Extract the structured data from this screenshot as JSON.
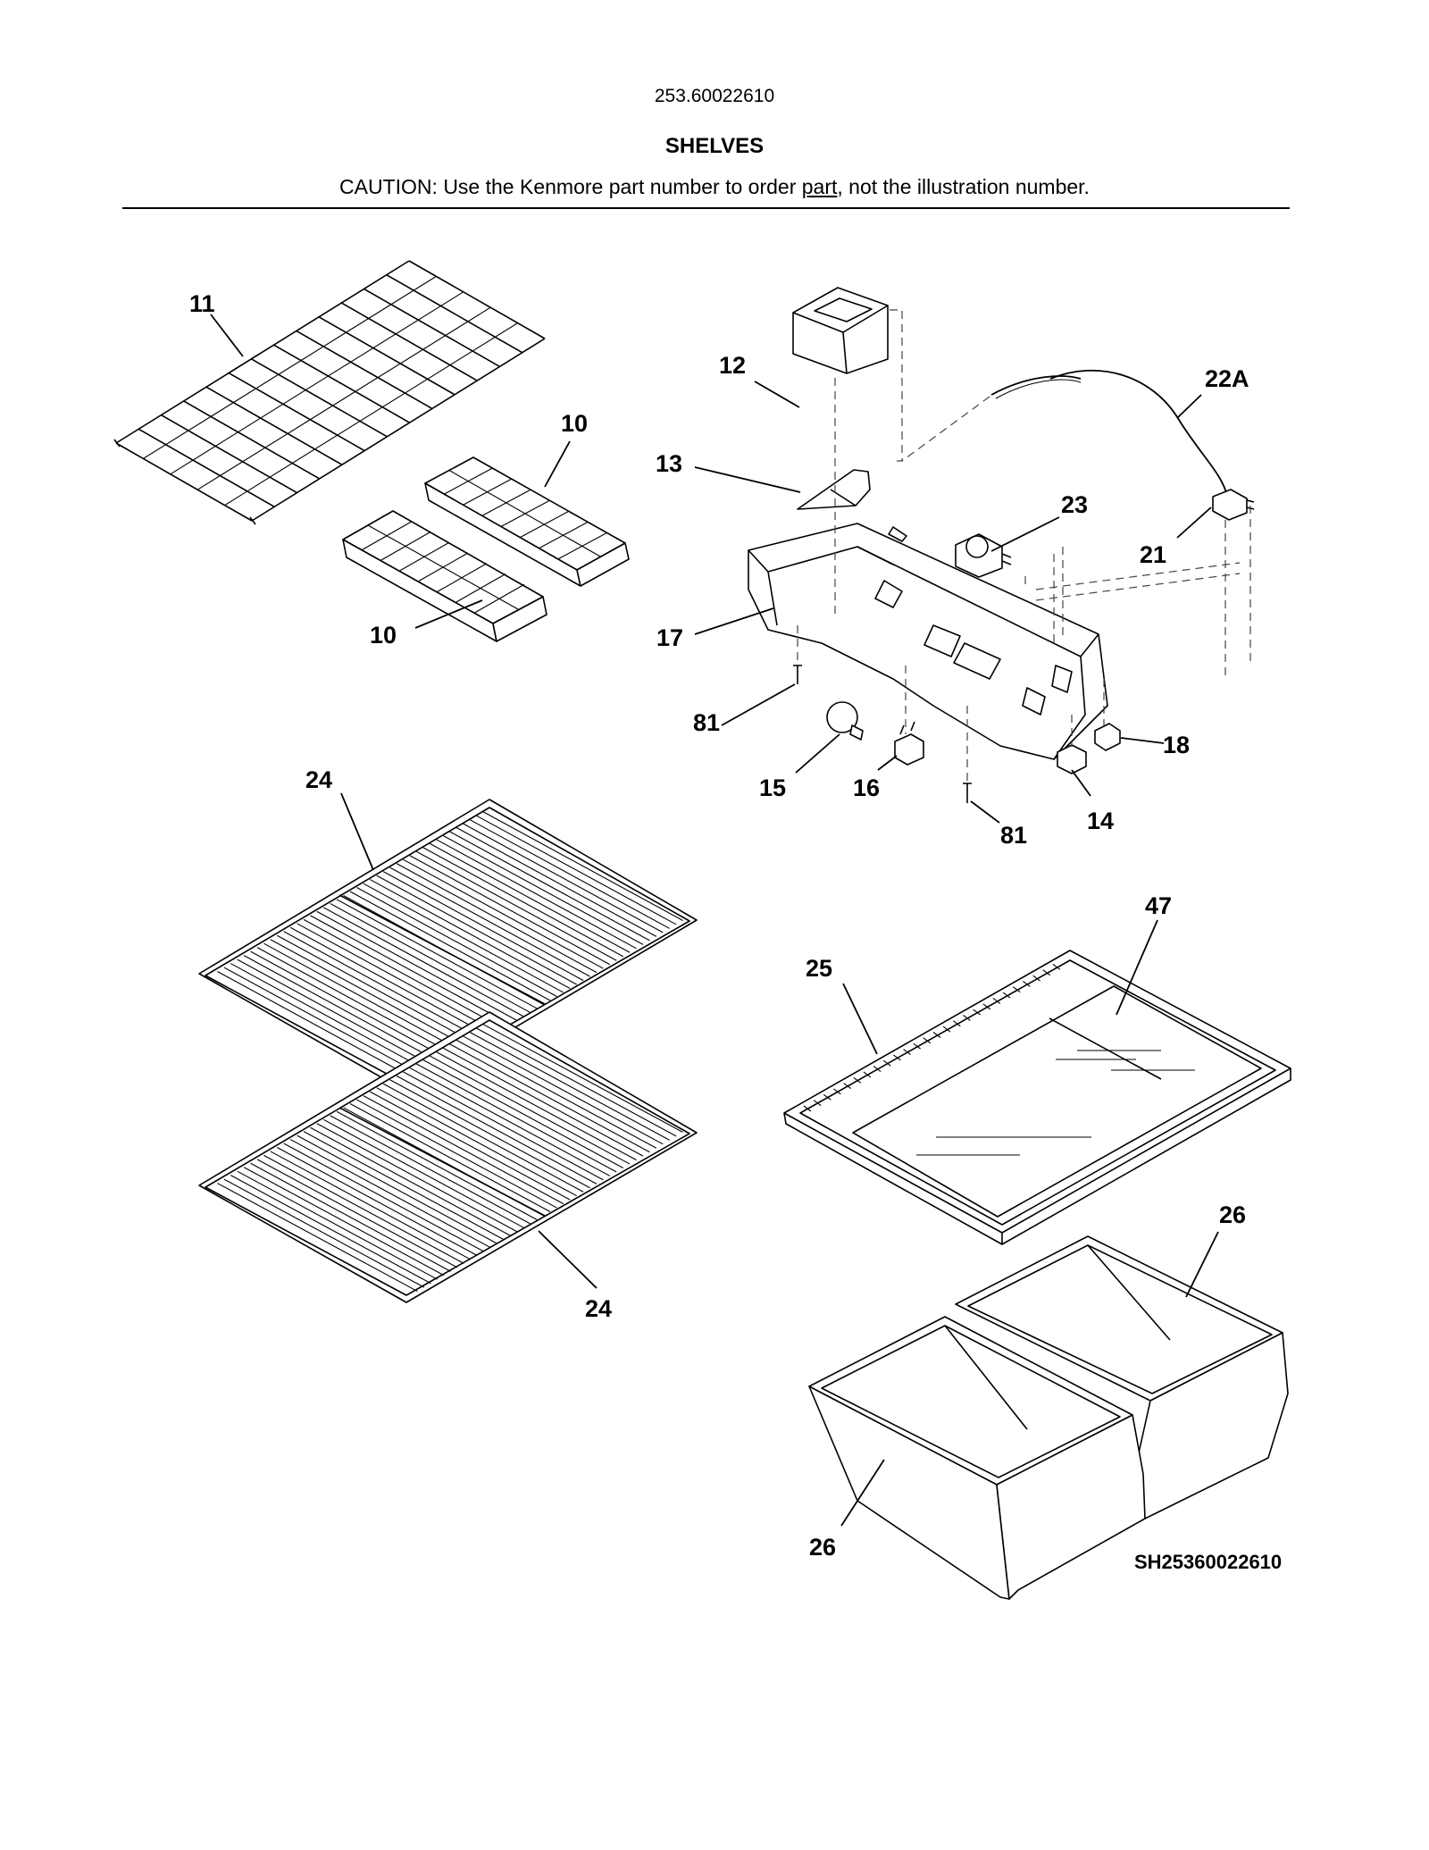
{
  "header": {
    "model_number": "253.60022610",
    "section_title": "SHELVES",
    "caution_before": "CAUTION: Use the Kenmore part number to order ",
    "caution_underlined": "part",
    "caution_after": ", not the illustration number."
  },
  "diagram_code": "SH25360022610",
  "callouts": {
    "c11": "11",
    "c10a": "10",
    "c10b": "10",
    "c12": "12",
    "c13": "13",
    "c22A": "22A",
    "c23": "23",
    "c21": "21",
    "c17": "17",
    "c81a": "81",
    "c81b": "81",
    "c18": "18",
    "c15": "15",
    "c16": "16",
    "c14": "14",
    "c24a": "24",
    "c24b": "24",
    "c47": "47",
    "c25": "25",
    "c26a": "26",
    "c26b": "26"
  }
}
